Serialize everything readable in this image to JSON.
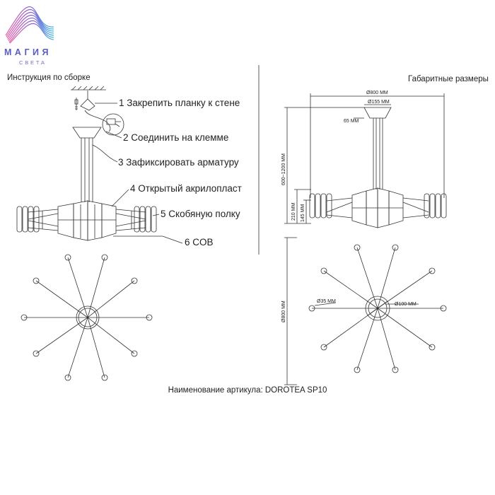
{
  "brand": {
    "name": "МАГИЯ",
    "tagline": "СВЕТА"
  },
  "left_panel": {
    "title": "Инструкция по сборке",
    "steps": [
      "1 Закрепить планку к стене",
      "2 Соединить на клемме",
      "3 Зафиксировать арматуру",
      "4 Открытый акрилопласт",
      "5 Скобяную полку",
      "6 COB"
    ]
  },
  "right_panel": {
    "title": "Габаритные размеры",
    "dimensions": {
      "overall_width": "Ø800 ММ",
      "canopy_diameter": "Ø155 ММ",
      "canopy_height": "65 ММ",
      "height_range": "600~1200 ММ",
      "body_height": "210 ММ",
      "arm_height": "145 ММ",
      "plan_diameter": "Ø800 ММ",
      "shade_diameter": "Ø35 ММ",
      "hub_diameter": "Ø100 ММ"
    }
  },
  "footer": {
    "article_label": "Наименование артикула: DOROTEA SP10"
  },
  "colors": {
    "brand_gradient": [
      "#e85fa6",
      "#8a5ad0",
      "#3fb8e8"
    ],
    "line": "#333333"
  }
}
